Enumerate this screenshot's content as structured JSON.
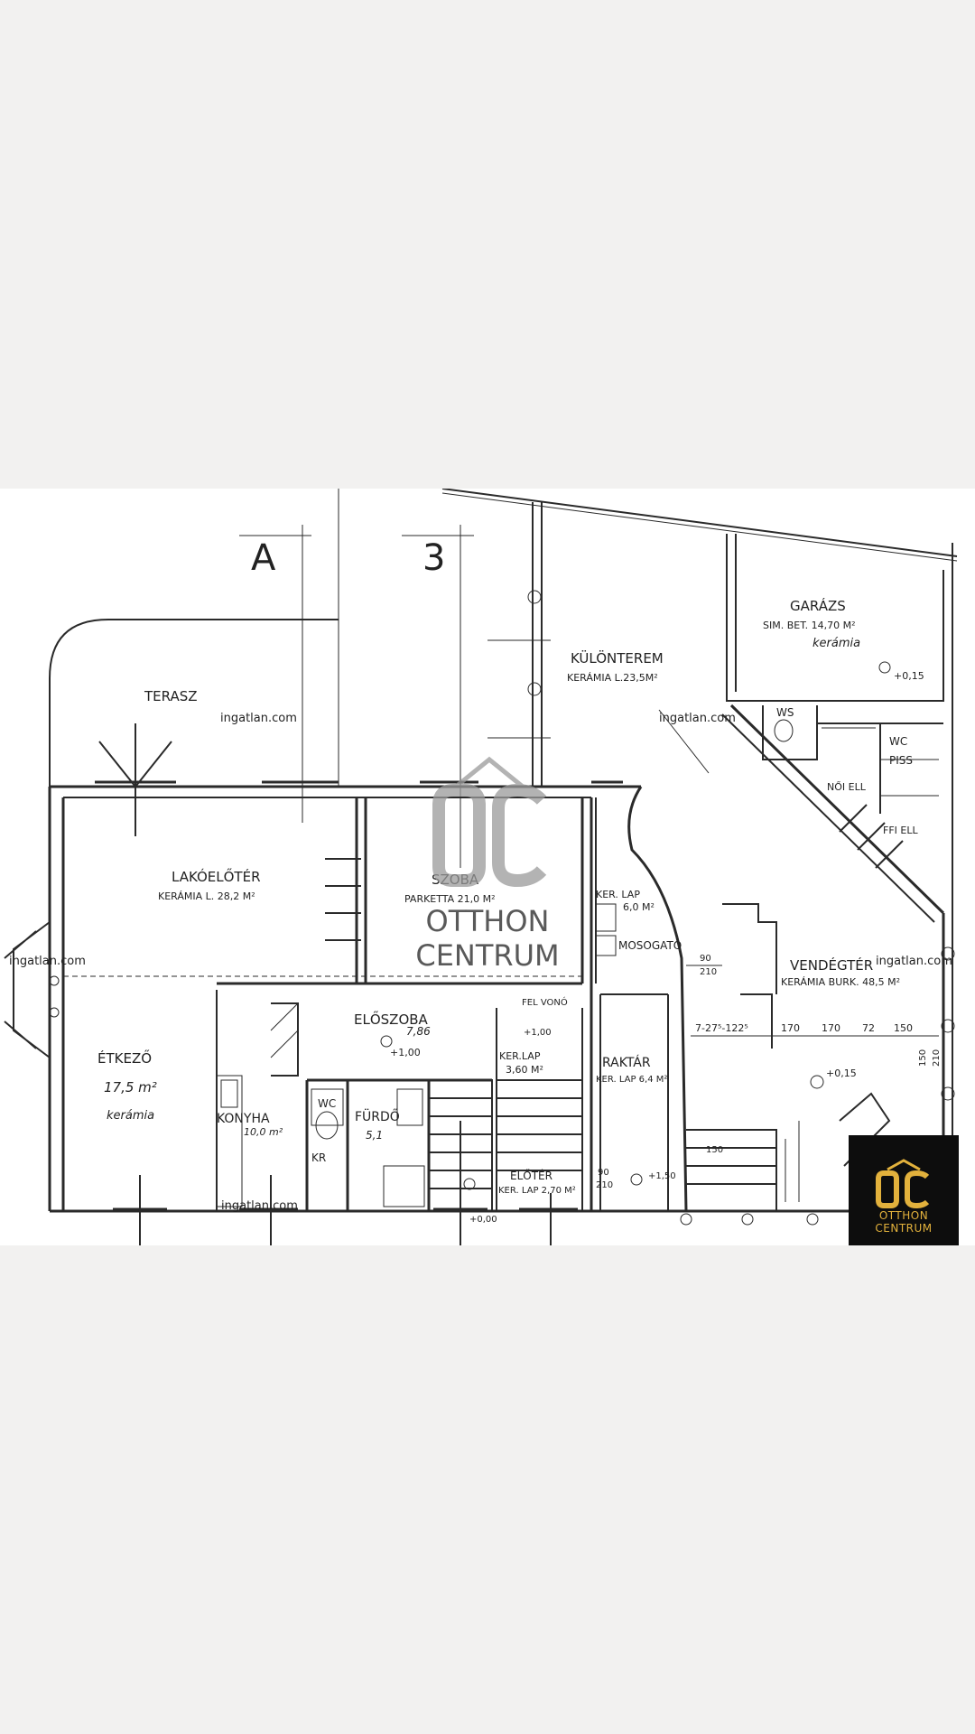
{
  "viewer": {
    "background": "#f2f1f0"
  },
  "floorplan": {
    "section_marks": [
      "A",
      "3"
    ],
    "rooms": {
      "terasz": "TERASZ",
      "lakoeloter": "LAKÓELŐTÉR",
      "lakoeloter_area": "KERÁMIA L. 28,2 M²",
      "szoba": "SZOBA",
      "szoba_area": "PARKETTA 21,0 M²",
      "kulonterem": "KÜLÖNTEREM",
      "kulonterem_area": "KERÁMIA L.23,5M²",
      "garazs": "GARÁZS",
      "garazs_area": "SIM. BET. 14,70 M²",
      "garazs_note": "kerámia",
      "etkezo": "ÉTKEZŐ",
      "etkezo_area": "17,5 m²",
      "etkezo_note": "kerámia",
      "eloszoba": "ELŐSZOBA",
      "eloszoba_area": "7,86",
      "konyha": "KONYHA",
      "konyha_area": "10,0 m²",
      "furdo": "FÜRDŐ",
      "furdo_area": "5,1",
      "wc": "WC",
      "kr": "KR",
      "mosogato": "MOSOGATÓ",
      "ker_lap": "KER. LAP",
      "ker_lap_area": "6,0 M²",
      "vendegter": "VENDÉGTÉR",
      "vendegter_area": "KERÁMIA BURK. 48,5 M²",
      "raktar": "RAKTÁR",
      "raktar_area": "KER. LAP 6,4 M²",
      "eloter": "ELŐTÉR",
      "eloter_area": "KER. LAP 2,70 M²",
      "kerlap_stair": "KER.LAP",
      "kerlap_stair_area": "3,60 M²",
      "fel_vono": "FEL VONÓ",
      "ws": "WS",
      "noi_ell": "NŐI ELL",
      "piss": "PISS",
      "ffi_ell": "FFI ELL",
      "ffi_wc": "WC"
    },
    "levels": [
      "+0,15",
      "+1,00",
      "+1,00",
      "+0,15",
      "+1,50",
      "+0,00"
    ],
    "dims": [
      "90",
      "210",
      "90",
      "210",
      "170",
      "170",
      "72",
      "150",
      "150",
      "210",
      "150"
    ],
    "dim_chain": "7-27⁵-122⁵"
  },
  "watermark": {
    "line1": "OTTHON",
    "line2": "CENTRUM",
    "site": "ingatlan.com"
  },
  "logo": {
    "line1": "OTTHON",
    "line2": "CENTRUM",
    "gold": "#e2b13c",
    "bg": "#0d0d0d"
  }
}
